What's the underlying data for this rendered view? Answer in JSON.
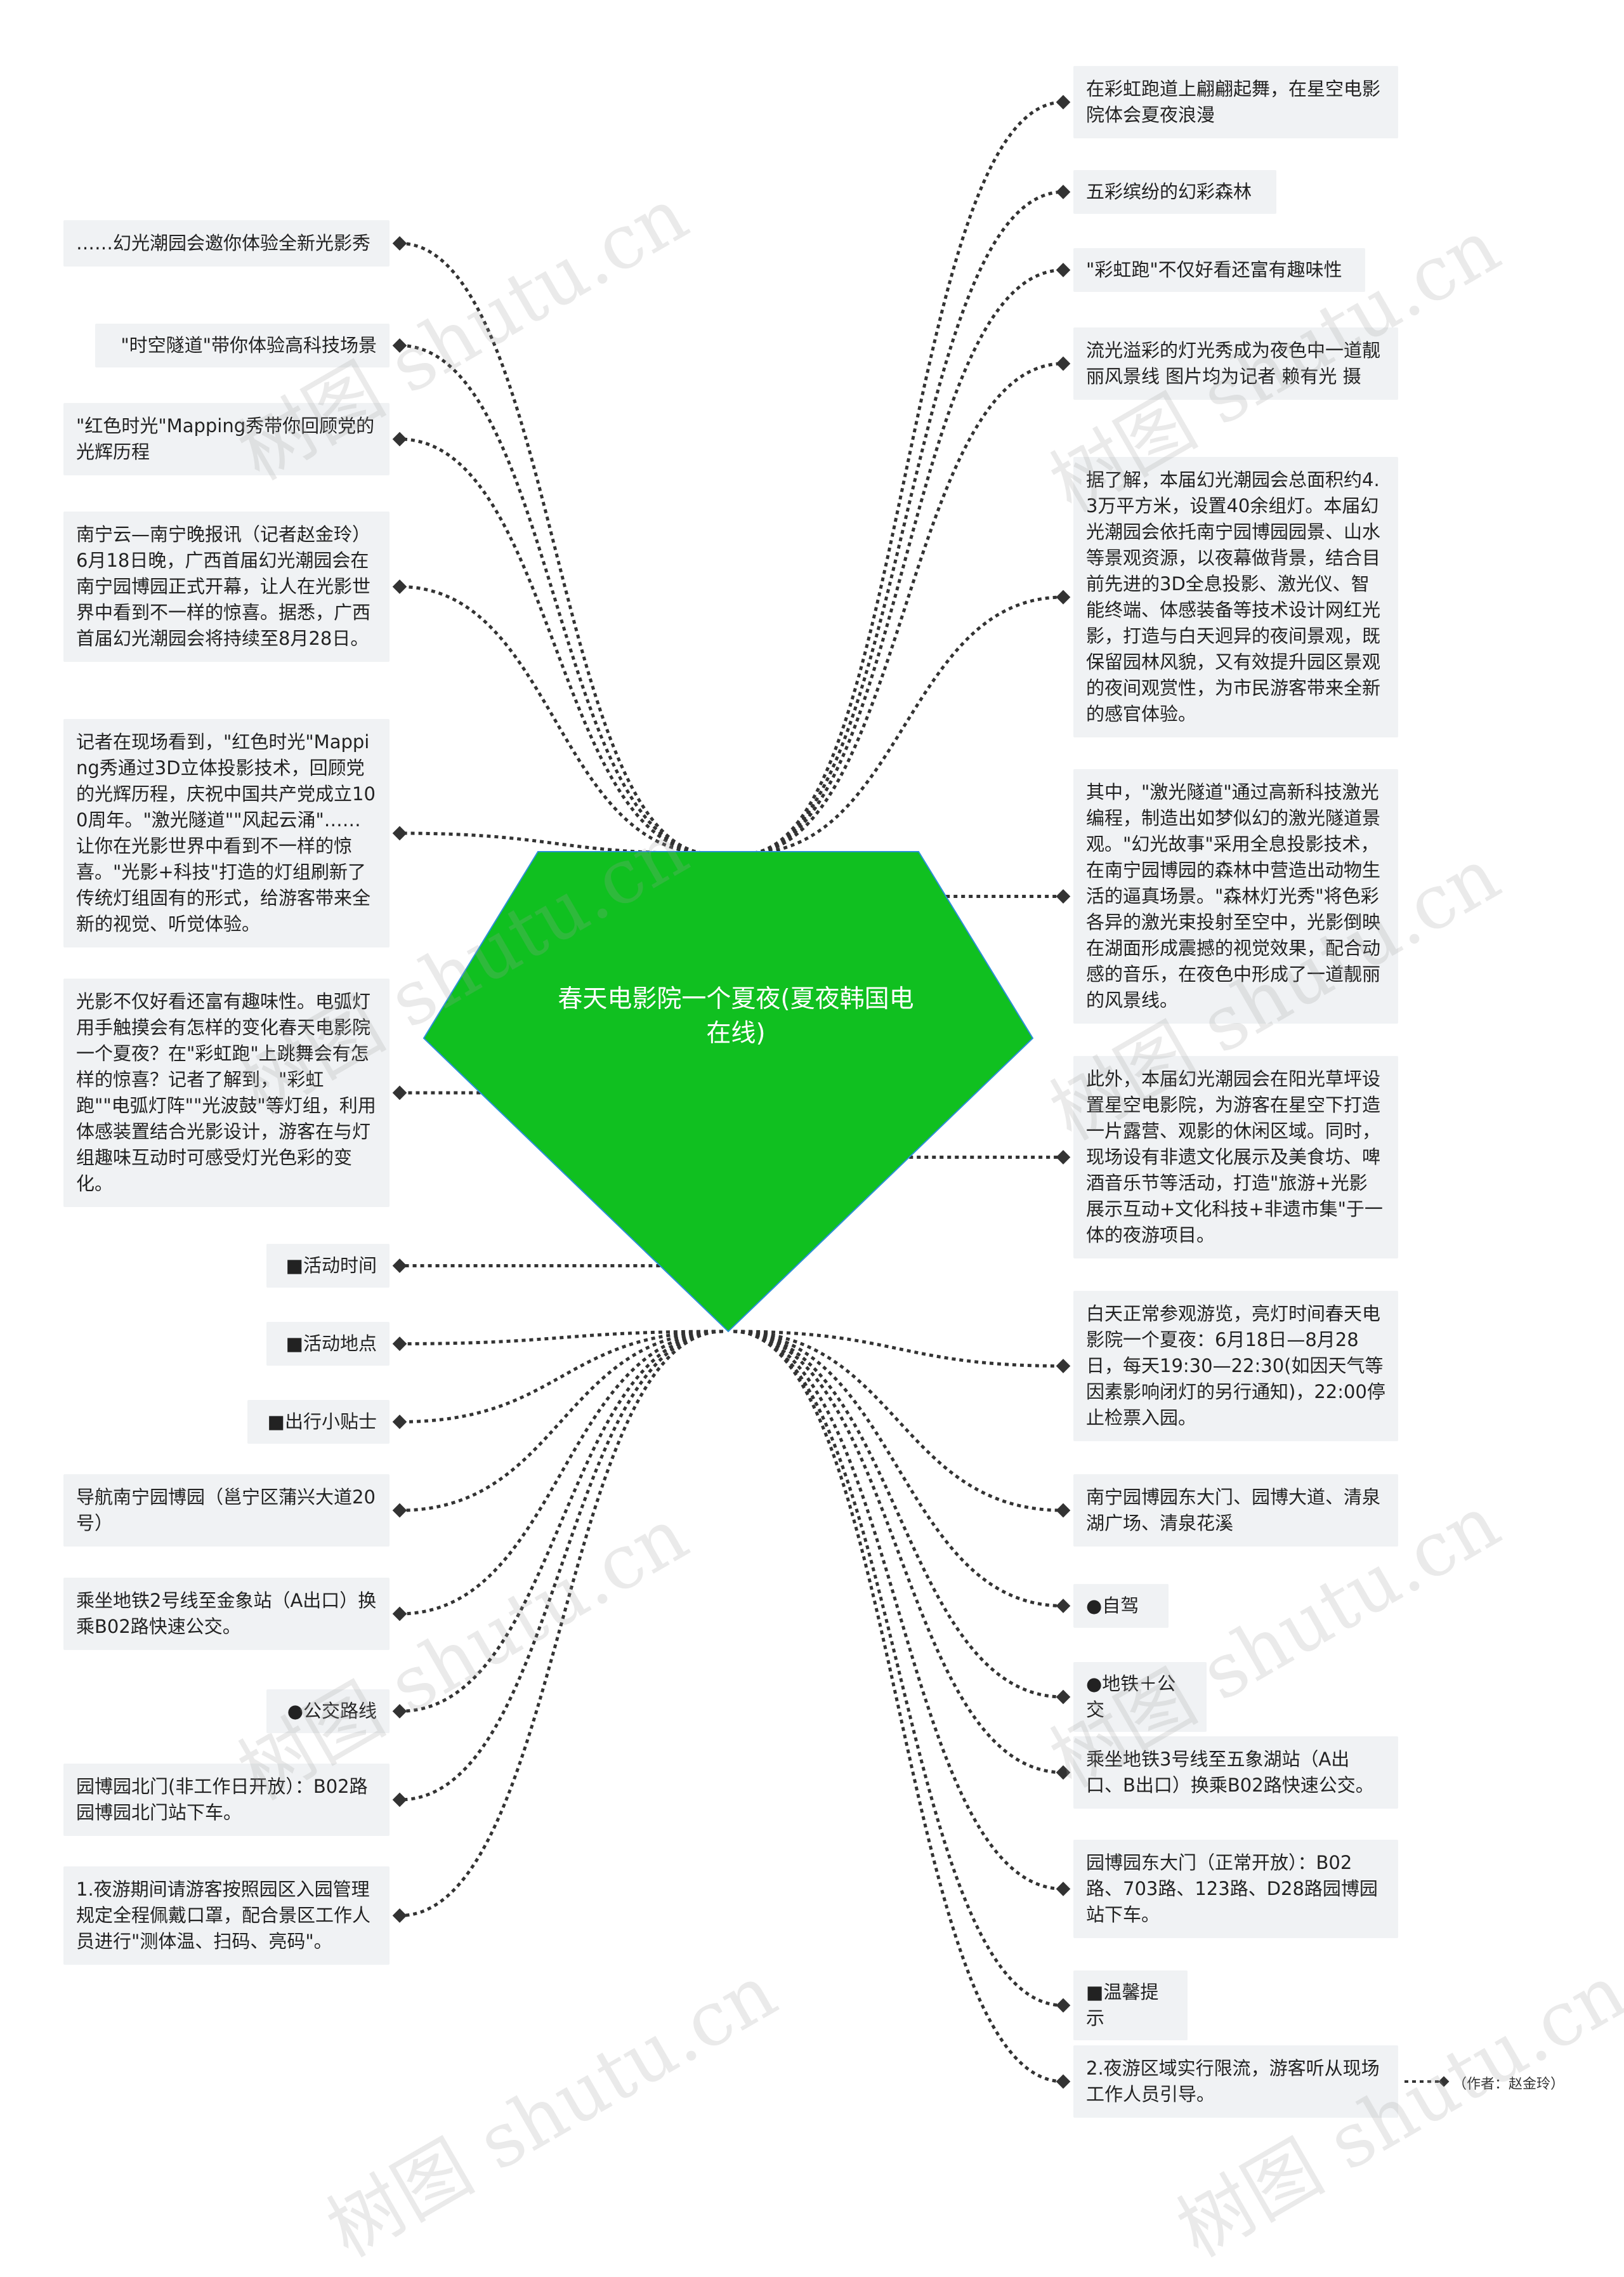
{
  "center": {
    "text": "春天电影院一个夏夜(夏夜韩国电在线)",
    "color": "#10c020",
    "border_color": "#2a8fd6"
  },
  "left_nodes": [
    {
      "id": "L1",
      "text": "……幻光潮园会邀你体验全新光影秀"
    },
    {
      "id": "L2",
      "text": "\"时空隧道\"带你体验高科技场景"
    },
    {
      "id": "L3",
      "text": "\"红色时光\"Mapping秀带你回顾党的光辉历程"
    },
    {
      "id": "L4",
      "text": "南宁云—南宁晚报讯（记者赵金玲）6月18日晚，广西首届幻光潮园会在南宁园博园正式开幕，让人在光影世界中看到不一样的惊喜。据悉，广西首届幻光潮园会将持续至8月28日。"
    },
    {
      "id": "L5",
      "text": "记者在现场看到，\"红色时光\"Mapping秀通过3D立体投影技术，回顾党的光辉历程，庆祝中国共产党成立100周年。\"激光隧道\"\"风起云涌\"……让你在光影世界中看到不一样的惊喜。\"光影+科技\"打造的灯组刷新了传统灯组固有的形式，给游客带来全新的视觉、听觉体验。"
    },
    {
      "id": "L6",
      "text": "光影不仅好看还富有趣味性。电弧灯用手触摸会有怎样的变化春天电影院一个夏夜？在\"彩虹跑\"上跳舞会有怎样的惊喜？记者了解到，\"彩虹跑\"\"电弧灯阵\"\"光波鼓\"等灯组，利用体感装置结合光影设计，游客在与灯组趣味互动时可感受灯光色彩的变化。"
    },
    {
      "id": "L7",
      "text": "■活动时间"
    },
    {
      "id": "L8",
      "text": "■活动地点"
    },
    {
      "id": "L9",
      "text": "■出行小贴士"
    },
    {
      "id": "L10",
      "text": "导航南宁园博园（邕宁区蒲兴大道20号）"
    },
    {
      "id": "L11",
      "text": "乘坐地铁2号线至金象站（A出口）换乘B02路快速公交。"
    },
    {
      "id": "L12",
      "text": "●公交路线"
    },
    {
      "id": "L13",
      "text": "园博园北门(非工作日开放）：B02路园博园北门站下车。"
    },
    {
      "id": "L14",
      "text": "1.夜游期间请游客按照园区入园管理规定全程佩戴口罩，配合景区工作人员进行\"测体温、扫码、亮码\"。"
    }
  ],
  "right_nodes": [
    {
      "id": "R1",
      "text": "在彩虹跑道上翩翩起舞，在星空电影院体会夏夜浪漫"
    },
    {
      "id": "R2",
      "text": "五彩缤纷的幻彩森林"
    },
    {
      "id": "R3",
      "text": "\"彩虹跑\"不仅好看还富有趣味性"
    },
    {
      "id": "R4",
      "text": "流光溢彩的灯光秀成为夜色中一道靓丽风景线 图片均为记者 赖有光 摄"
    },
    {
      "id": "R5",
      "text": "据了解，本届幻光潮园会总面积约4.3万平方米，设置40余组灯。本届幻光潮园会依托南宁园博园园景、山水等景观资源，以夜幕做背景，结合目前先进的3D全息投影、激光仪、智能终端、体感装备等技术设计网红光影，打造与白天迥异的夜间景观，既保留园林风貌，又有效提升园区景观的夜间观赏性，为市民游客带来全新的感官体验。"
    },
    {
      "id": "R6",
      "text": "其中，\"激光隧道\"通过高新科技激光编程，制造出如梦似幻的激光隧道景观。\"幻光故事\"采用全息投影技术，在南宁园博园的森林中营造出动物生活的逼真场景。\"森林灯光秀\"将色彩各异的激光束投射至空中，光影倒映在湖面形成震撼的视觉效果，配合动感的音乐，在夜色中形成了一道靓丽的风景线。"
    },
    {
      "id": "R7",
      "text": "此外，本届幻光潮园会在阳光草坪设置星空电影院，为游客在星空下打造一片露营、观影的休闲区域。同时，现场设有非遗文化展示及美食坊、啤酒音乐节等活动，打造\"旅游+光影展示互动+文化科技+非遗市集\"于一体的夜游项目。"
    },
    {
      "id": "R8",
      "text": "白天正常参观游览，亮灯时间春天电影院一个夏夜：6月18日—8月28日，每天19:30—22:30(如因天气等因素影响闭灯的另行通知)，22:00停止检票入园。"
    },
    {
      "id": "R9",
      "text": "南宁园博园东大门、园博大道、清泉湖广场、清泉花溪"
    },
    {
      "id": "R10",
      "text": "●自驾"
    },
    {
      "id": "R11",
      "text": "●地铁＋公交"
    },
    {
      "id": "R12",
      "text": "乘坐地铁3号线至五象湖站（A出口、B出口）换乘B02路快速公交。"
    },
    {
      "id": "R13",
      "text": "园博园东大门（正常开放）：B02路、703路、123路、D28路园博园站下车。"
    },
    {
      "id": "R14",
      "text": "■温馨提示"
    },
    {
      "id": "R15",
      "text": "2.夜游区域实行限流，游客听从现场工作人员引导。"
    }
  ],
  "author_note": "（作者：赵金玲）",
  "watermark": "树图 shutu.cn",
  "colors": {
    "node_bg": "#f0f2f4",
    "line": "#333333",
    "text": "#222222"
  }
}
